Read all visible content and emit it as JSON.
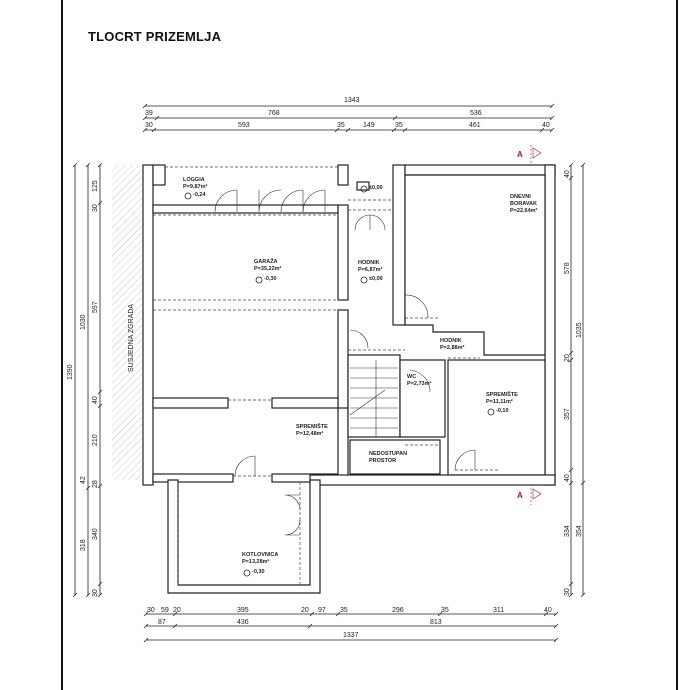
{
  "title": "TLOCRT PRIZEMLJA",
  "neighbor_label": "SUSJEDNA ZGRADA",
  "section_marker": "A",
  "dims_top": {
    "row1": [
      "1343"
    ],
    "row2": [
      "39",
      "768",
      "536"
    ],
    "row3": [
      "30",
      "593",
      "35",
      "149",
      "35",
      "461",
      "40"
    ]
  },
  "dims_bottom": {
    "row1": [
      "30",
      "59",
      "20",
      "395",
      "20",
      "97",
      "35",
      "296",
      "35",
      "311",
      "40"
    ],
    "row2": [
      "87",
      "436",
      "813"
    ],
    "row3": [
      "1337"
    ]
  },
  "dims_left": {
    "outer": [
      "1390"
    ],
    "middle": [
      "1030",
      "42",
      "318"
    ],
    "inner": [
      "125",
      "30",
      "597",
      "40",
      "210",
      "28",
      "340",
      "30"
    ]
  },
  "dims_right": {
    "inner": [
      "40",
      "578",
      "20",
      "357",
      "40",
      "334",
      "30"
    ],
    "outer": [
      "1035",
      "354"
    ]
  },
  "rooms": [
    {
      "name": "LOGGIA",
      "area": "P=9,87m²",
      "level": "-0,24"
    },
    {
      "name": "GARAŽA",
      "area": "P=35,22m²",
      "level": "-0,30"
    },
    {
      "name": "HODNIK",
      "area": "P=6,87m²",
      "level": "±0,00"
    },
    {
      "name": "DNEVNI",
      "name2": "BORAVAK",
      "area": "P=22,64m²"
    },
    {
      "name": "HODNIK",
      "area": "P=2,88m²"
    },
    {
      "name": "WC",
      "area": "P=2,73m²"
    },
    {
      "name": "SPREMIŠTE",
      "area": "P=11,11m²",
      "level": "-0,10"
    },
    {
      "name": "SPREMIŠTE",
      "area": "P=12,48m²"
    },
    {
      "name": "NEDOSTUPAN",
      "name2": "PROSTOR"
    },
    {
      "name": "KOTLOVNICA",
      "area": "P=13,28m²",
      "level": "-0,30"
    }
  ],
  "entry_level": "±0,00"
}
